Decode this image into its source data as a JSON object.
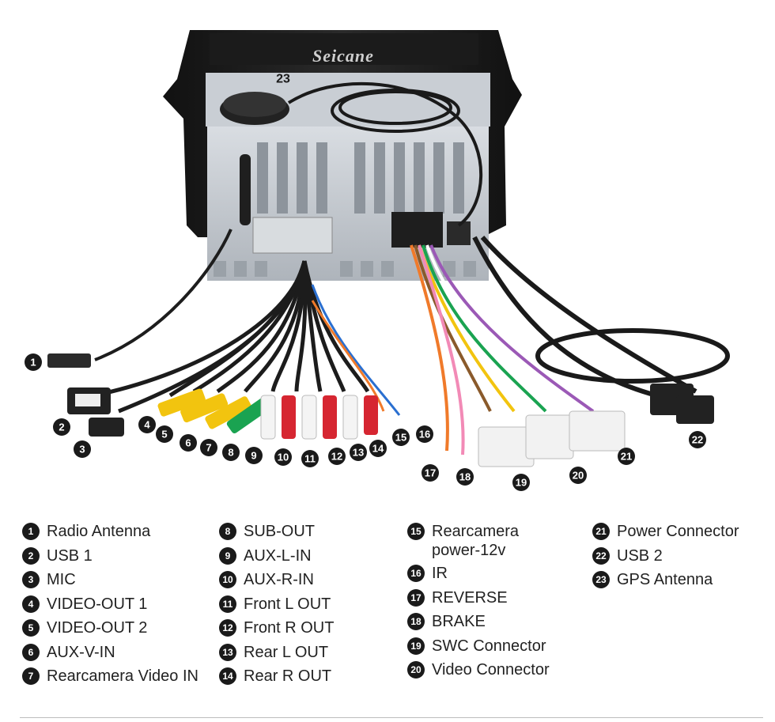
{
  "brand": {
    "logo_text": "Seicane"
  },
  "diagram_markers": [
    "1",
    "2",
    "3",
    "4",
    "5",
    "6",
    "7",
    "8",
    "9",
    "10",
    "11",
    "12",
    "13",
    "14",
    "15",
    "16",
    "17",
    "18",
    "19",
    "20",
    "21",
    "22",
    "23"
  ],
  "legend": {
    "columns": [
      [
        {
          "num": "1",
          "label": "Radio Antenna"
        },
        {
          "num": "2",
          "label": "USB 1"
        },
        {
          "num": "3",
          "label": "MIC"
        },
        {
          "num": "4",
          "label": "VIDEO-OUT 1"
        },
        {
          "num": "5",
          "label": "VIDEO-OUT 2"
        },
        {
          "num": "6",
          "label": "AUX-V-IN"
        },
        {
          "num": "7",
          "label": "Rearcamera Video IN"
        }
      ],
      [
        {
          "num": "8",
          "label": "SUB-OUT"
        },
        {
          "num": "9",
          "label": "AUX-L-IN"
        },
        {
          "num": "10",
          "label": "AUX-R-IN"
        },
        {
          "num": "11",
          "label": "Front L OUT"
        },
        {
          "num": "12",
          "label": "Front R OUT"
        },
        {
          "num": "13",
          "label": "Rear L OUT"
        },
        {
          "num": "14",
          "label": "Rear R OUT"
        }
      ],
      [
        {
          "num": "15",
          "label": "Rearcamera power-12v"
        },
        {
          "num": "16",
          "label": "IR"
        },
        {
          "num": "17",
          "label": "REVERSE"
        },
        {
          "num": "18",
          "label": "BRAKE"
        },
        {
          "num": "19",
          "label": "SWC Connector"
        },
        {
          "num": "20",
          "label": "Video Connector"
        }
      ],
      [
        {
          "num": "21",
          "label": "Power Connector"
        },
        {
          "num": "22",
          "label": "USB 2"
        },
        {
          "num": "23",
          "label": "GPS Antenna"
        }
      ]
    ]
  }
}
